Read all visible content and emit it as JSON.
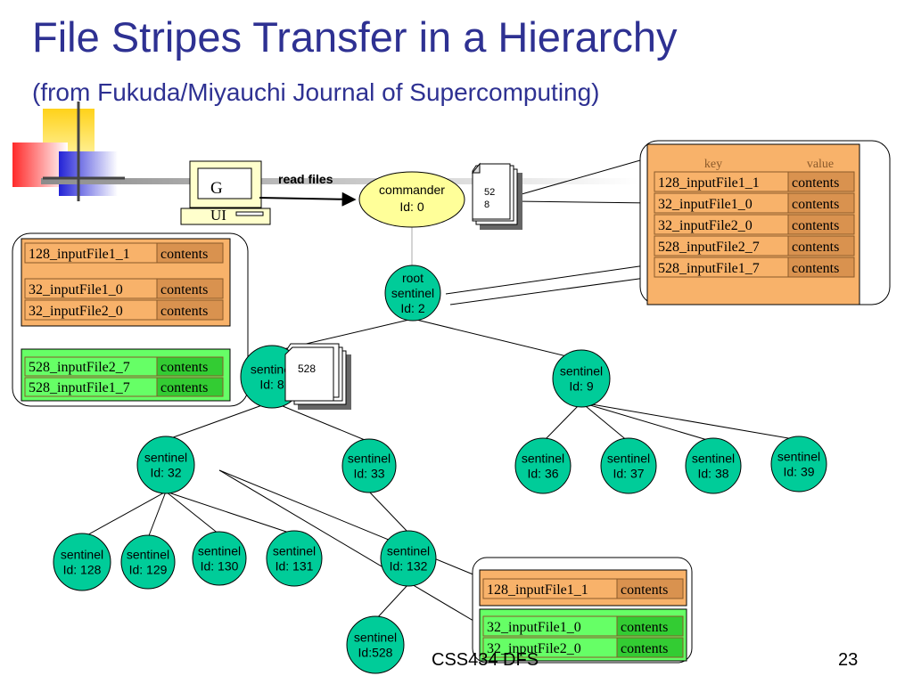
{
  "title": "File Stripes Transfer in a Hierarchy",
  "subtitle": "(from Fukuda/Miyauchi Journal of Supercomputing)",
  "gui": {
    "label_top": "G",
    "label_bottom": "UI"
  },
  "arrow_label": "read files",
  "commander": {
    "name": "commander",
    "id": "Id: 0"
  },
  "file_stack_top": {
    "line1": "52",
    "line2": "8"
  },
  "file_stack_mid": "528",
  "table_top_right": {
    "header_key": "key",
    "header_value": "value",
    "rows": [
      {
        "key": "128_inputFile1_1",
        "value": "contents"
      },
      {
        "key": "32_inputFile1_0",
        "value": "contents"
      },
      {
        "key": "32_inputFile2_0",
        "value": "contents"
      },
      {
        "key": "528_inputFile2_7",
        "value": "contents"
      },
      {
        "key": "528_inputFile1_7",
        "value": "contents"
      }
    ]
  },
  "table_left": {
    "orange_rows": [
      {
        "key": "128_inputFile1_1",
        "value": "contents"
      },
      {
        "key": "32_inputFile1_0",
        "value": "contents"
      },
      {
        "key": "32_inputFile2_0",
        "value": "contents"
      }
    ],
    "green_rows": [
      {
        "key": "528_inputFile2_7",
        "value": "contents"
      },
      {
        "key": "528_inputFile1_7",
        "value": "contents"
      }
    ]
  },
  "table_bottom_right": {
    "orange_rows": [
      {
        "key": "128_inputFile1_1",
        "value": "contents"
      }
    ],
    "green_rows": [
      {
        "key": "32_inputFile1_0",
        "value": "contents"
      },
      {
        "key": "32_inputFile2_0",
        "value": "contents"
      }
    ]
  },
  "nodes": {
    "root": {
      "l1": "root",
      "l2": "sentinel",
      "l3": "Id: 2"
    },
    "n8": {
      "l1": "sentinel",
      "l2": "Id: 8"
    },
    "n9": {
      "l1": "sentinel",
      "l2": "Id: 9"
    },
    "n32": {
      "l1": "sentinel",
      "l2": "Id: 32"
    },
    "n33": {
      "l1": "sentinel",
      "l2": "Id: 33"
    },
    "n36": {
      "l1": "sentinel",
      "l2": "Id: 36"
    },
    "n37": {
      "l1": "sentinel",
      "l2": "Id: 37"
    },
    "n38": {
      "l1": "sentinel",
      "l2": "Id: 38"
    },
    "n39": {
      "l1": "sentinel",
      "l2": "Id: 39"
    },
    "n128": {
      "l1": "sentinel",
      "l2": "Id: 128"
    },
    "n129": {
      "l1": "sentinel",
      "l2": "Id: 129"
    },
    "n130": {
      "l1": "sentinel",
      "l2": "Id: 130"
    },
    "n131": {
      "l1": "sentinel",
      "l2": "Id: 131"
    },
    "n132": {
      "l1": "sentinel",
      "l2": "Id: 132"
    },
    "n528": {
      "l1": "sentinel",
      "l2": "Id:528"
    }
  },
  "footer": {
    "course": "CSS434 DFS",
    "page": "23"
  },
  "colors": {
    "title": "#2e3192",
    "node_fill": "#00cc99",
    "orange": "#f8b26a",
    "green": "#66ff66",
    "commander_fill": "#ffff99"
  }
}
